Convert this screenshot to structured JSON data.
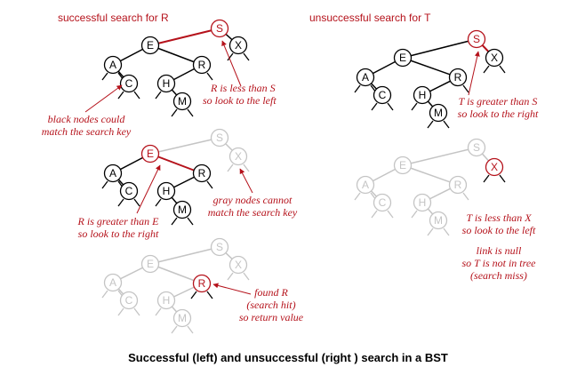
{
  "headers": {
    "left": "successful search for R",
    "right": "unsuccessful search for T"
  },
  "nodes": [
    "S",
    "E",
    "X",
    "A",
    "R",
    "C",
    "H",
    "M",
    "S",
    "E",
    "X",
    "A",
    "R",
    "C",
    "H",
    "M"
  ],
  "annotations": {
    "r_less_than_s": [
      "R is less than S",
      "so look to the left"
    ],
    "black_nodes": [
      "black nodes could",
      "match the search key"
    ],
    "r_greater_than_e": [
      "R is greater than E",
      "so look to the right"
    ],
    "gray_nodes": [
      "gray nodes cannot",
      "match the search key"
    ],
    "found_r": [
      "found R",
      "(search hit)",
      "so return value"
    ],
    "t_greater_than_s": [
      "T is greater than S",
      "so look to the right"
    ],
    "t_less_than_x": [
      "T is less than X",
      "so look to the left"
    ],
    "link_null": [
      "link is null",
      "so T is not in tree",
      "(search miss)"
    ]
  },
  "caption": "Successful (left) and unsuccessful (right ) search in a BST",
  "colors": {
    "red": "#b5121b",
    "black": "#000000",
    "gray": "#c4c4c4"
  }
}
